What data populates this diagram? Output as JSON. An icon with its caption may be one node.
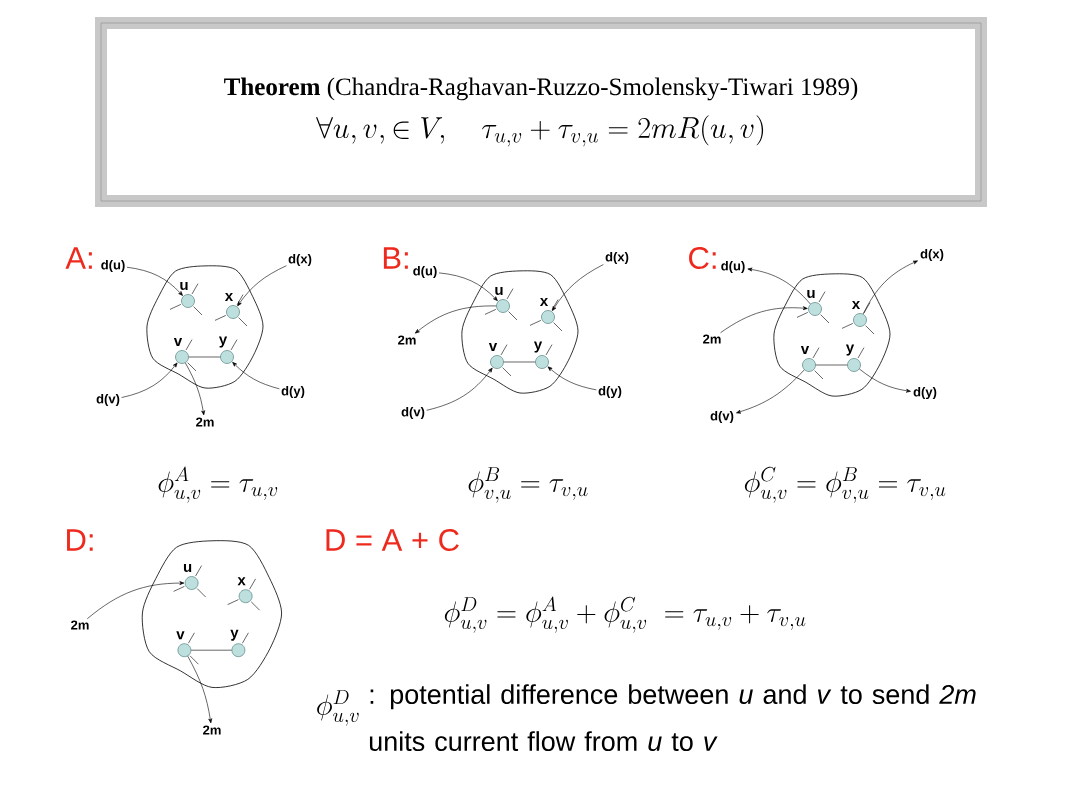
{
  "diagram": {
    "nodes": [
      {
        "text": [
          "**Theorem** (Chandra-Raghavan-Ruzzo-Smolensky-Tiwari 1989)",
          "\\forall u, v, \\in V, \\quad \\tau_{u,v} + \\tau_{v,u} = 2mR(u,v)"
        ]
      },
      {
        "text": [],
        "shape": "cloud"
      },
      {
        "text": [],
        "shape": "circle",
        "beside": [
          "u"
        ],
        "in": 1
      },
      {
        "text": [],
        "shape": "circle",
        "beside": [
          "x"
        ],
        "in": 1
      },
      {
        "text": [],
        "shape": "circle",
        "beside": [
          "v"
        ],
        "in": 1
      },
      {
        "text": [],
        "shape": "circle",
        "beside": [
          "y"
        ],
        "in": 1
      },
      {
        "text": [
          "d(u)"
        ]
      },
      {
        "text": [
          "d(x)"
        ]
      },
      {
        "text": [
          "d(v)"
        ]
      },
      {
        "text": [
          "d(y)"
        ]
      },
      {
        "text": [
          "2m"
        ]
      },
      {
        "text": [],
        "shape": "cloud"
      },
      {
        "text": [],
        "shape": "circle",
        "beside": [
          "u"
        ],
        "in": 11
      },
      {
        "text": [],
        "shape": "circle",
        "beside": [
          "x"
        ],
        "in": 11
      },
      {
        "text": [],
        "shape": "circle",
        "beside": [
          "v"
        ],
        "in": 11
      },
      {
        "text": [],
        "shape": "circle",
        "beside": [
          "y"
        ],
        "in": 11
      },
      {
        "text": [
          "d(u)"
        ]
      },
      {
        "text": [
          "d(x)"
        ]
      },
      {
        "text": [
          "2m"
        ]
      },
      {
        "text": [
          "d(v)"
        ]
      },
      {
        "text": [
          "d(y)"
        ]
      },
      {
        "text": [],
        "shape": "cloud"
      },
      {
        "text": [],
        "shape": "circle",
        "beside": [
          "u"
        ],
        "in": 21
      },
      {
        "text": [],
        "shape": "circle",
        "beside": [
          "x"
        ],
        "in": 21
      },
      {
        "text": [],
        "shape": "circle",
        "beside": [
          "v"
        ],
        "in": 21
      },
      {
        "text": [],
        "shape": "circle",
        "beside": [
          "y"
        ],
        "in": 21
      },
      {
        "text": [
          "d(u)"
        ]
      },
      {
        "text": [
          "d(x)"
        ]
      },
      {
        "text": [
          "2m"
        ]
      },
      {
        "text": [
          "d(v)"
        ]
      },
      {
        "text": [
          "d(y)"
        ]
      },
      {
        "text": [],
        "shape": "cloud"
      },
      {
        "text": [],
        "shape": "circle",
        "beside": [
          "u"
        ],
        "in": 31
      },
      {
        "text": [],
        "shape": "circle",
        "beside": [
          "x"
        ],
        "in": 31
      },
      {
        "text": [],
        "shape": "circle",
        "beside": [
          "v"
        ],
        "in": 31
      },
      {
        "text": [],
        "shape": "circle",
        "beside": [
          "y"
        ],
        "in": 31
      },
      {
        "text": [
          "2m"
        ]
      },
      {
        "text": [
          "2m"
        ]
      }
    ],
    "edges": [
      {
        "from": 6,
        "to": 2,
        "arrow": "to"
      },
      {
        "from": 7,
        "to": 3,
        "arrow": "to"
      },
      {
        "from": 8,
        "to": 4,
        "arrow": "to"
      },
      {
        "from": 9,
        "to": 5,
        "arrow": "to"
      },
      {
        "from": 4,
        "to": 10,
        "arrow": "to"
      },
      {
        "from": 4,
        "to": 5,
        "arrow": "none"
      },
      {
        "from": 16,
        "to": 12,
        "arrow": "to"
      },
      {
        "from": 17,
        "to": 13,
        "arrow": "to"
      },
      {
        "from": 12,
        "to": 18,
        "arrow": "to"
      },
      {
        "from": 19,
        "to": 14,
        "arrow": "to"
      },
      {
        "from": 20,
        "to": 15,
        "arrow": "to"
      },
      {
        "from": 14,
        "to": 15,
        "arrow": "none"
      },
      {
        "from": 22,
        "to": 26,
        "arrow": "to"
      },
      {
        "from": 23,
        "to": 27,
        "arrow": "to"
      },
      {
        "from": 28,
        "to": 22,
        "arrow": "to"
      },
      {
        "from": 24,
        "to": 29,
        "arrow": "to"
      },
      {
        "from": 25,
        "to": 30,
        "arrow": "to"
      },
      {
        "from": 24,
        "to": 25,
        "arrow": "none"
      },
      {
        "from": 36,
        "to": 32,
        "arrow": "to"
      },
      {
        "from": 34,
        "to": 37,
        "arrow": "to"
      },
      {
        "from": 34,
        "to": 35,
        "arrow": "none"
      }
    ],
    "labels": [
      "A:",
      "B:",
      "C:",
      "\\phi^{A}_{u,v} = \\tau_{u,v}",
      "\\phi^{B}_{v,u} = \\tau_{v,u}",
      "\\phi^{C}_{u,v} = \\phi^{B}_{v,u} = \\tau_{v,u}",
      "D:",
      "D = A + C",
      "\\phi^{D}_{u,v} = \\phi^{A}_{u,v} + \\phi^{C}_{u,v} \\ = \\tau_{u,v} + \\tau_{v,u}",
      "\\phi^{D}_{u,v}",
      ": potential difference between *u* and *v* to send *2m* units current flow from *u* to *v*"
    ]
  }
}
